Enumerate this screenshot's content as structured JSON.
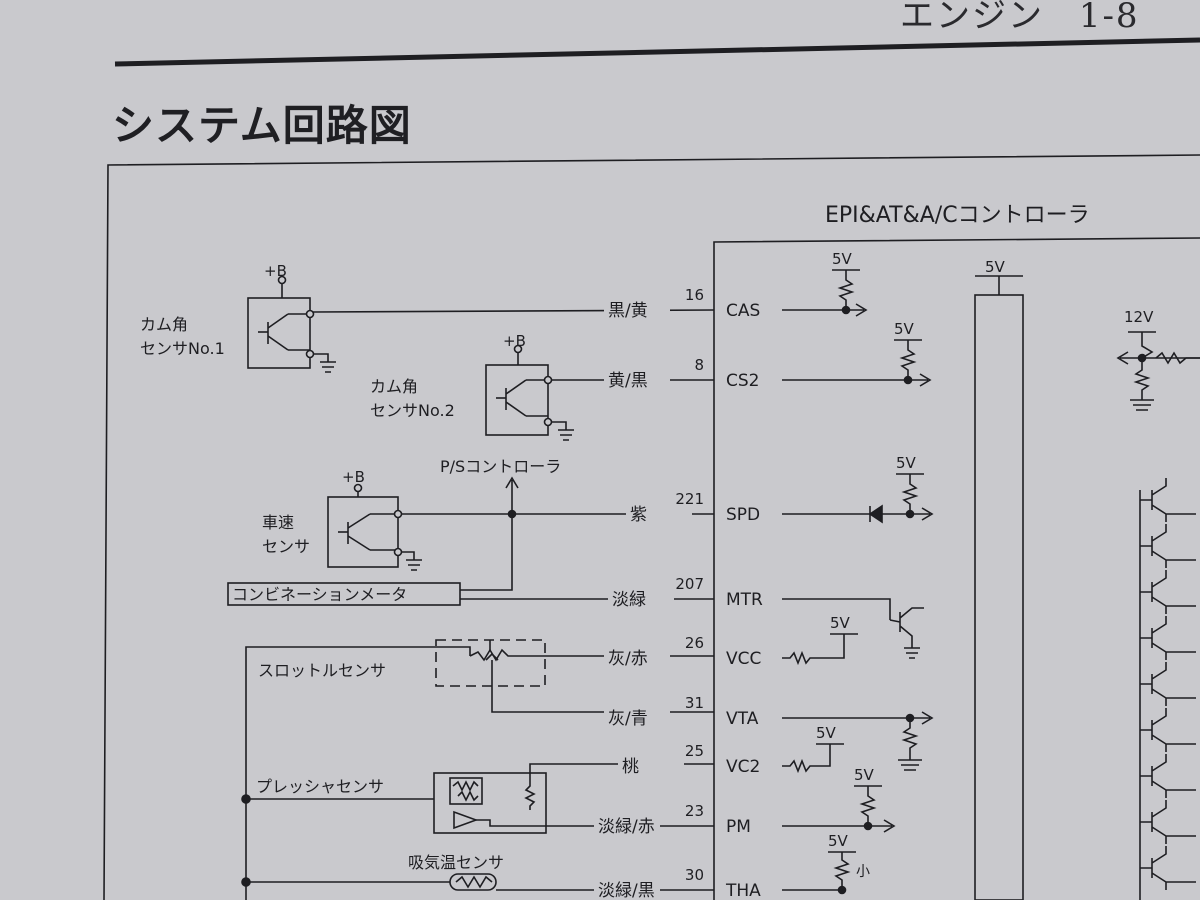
{
  "header": {
    "section": "エンジン",
    "page": "1-8"
  },
  "page_title": "システム回路図",
  "controller": {
    "title": "EPI&AT&A/Cコントローラ"
  },
  "supply": {
    "five": "5V",
    "twelve": "12V",
    "plus_b": "+B",
    "small": "小"
  },
  "sensors": {
    "cam1": [
      "カム角",
      "センサNo.1"
    ],
    "cam2": [
      "カム角",
      "センサNo.2"
    ],
    "speed": [
      "車速",
      "センサ"
    ],
    "ps_controller": "P/Sコントローラ",
    "combination_meter": "コンビネーションメータ",
    "throttle": "スロットルセンサ",
    "pressure": "プレッシャセンサ",
    "intake_temp": "吸気温センサ"
  },
  "signals": [
    {
      "pin": "16",
      "wire": "黒/黄",
      "name": "CAS"
    },
    {
      "pin": "8",
      "wire": "黄/黒",
      "name": "CS2"
    },
    {
      "pin": "221",
      "wire": "紫",
      "name": "SPD"
    },
    {
      "pin": "207",
      "wire": "淡緑",
      "name": "MTR"
    },
    {
      "pin": "26",
      "wire": "灰/赤",
      "name": "VCC"
    },
    {
      "pin": "31",
      "wire": "灰/青",
      "name": "VTA"
    },
    {
      "pin": "25",
      "wire": "桃",
      "name": "VC2"
    },
    {
      "pin": "23",
      "wire": "淡緑/赤",
      "name": "PM"
    },
    {
      "pin": "30",
      "wire": "淡緑/黒",
      "name": "THA"
    }
  ]
}
